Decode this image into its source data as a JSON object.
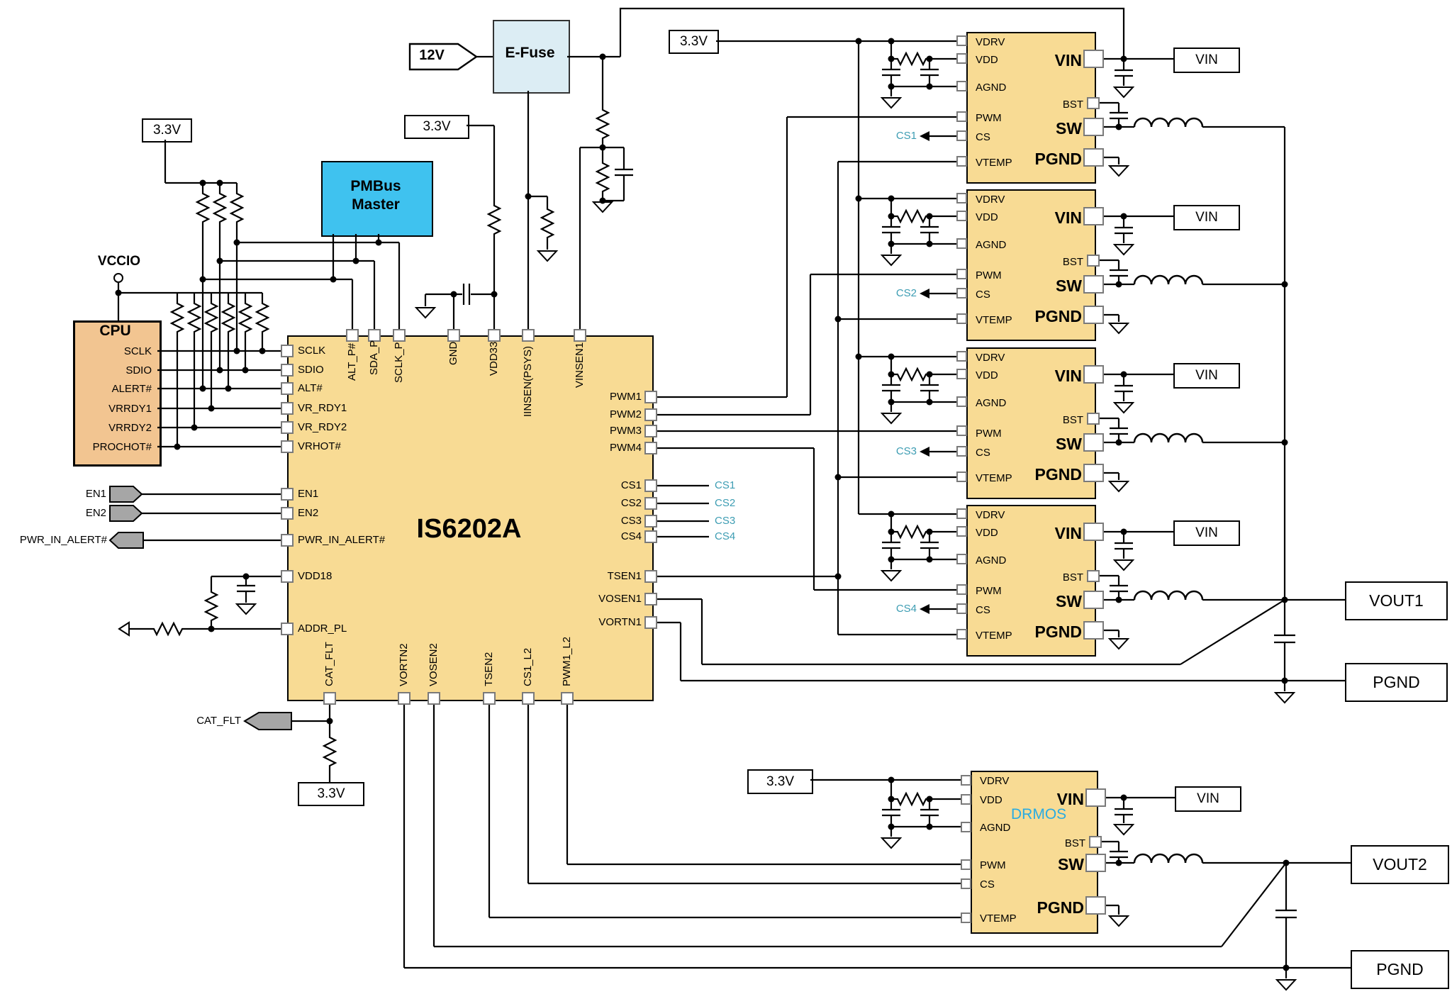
{
  "ic": {
    "name": "IS6202A",
    "left_pins": [
      "SCLK",
      "SDIO",
      "ALT#",
      "VR_RDY1",
      "VR_RDY2",
      "VRHOT#",
      "EN1",
      "EN2",
      "PWR_IN_ALERT#",
      "VDD18",
      "ADDR_PL"
    ],
    "top_pins": [
      "ALT_P#",
      "SDA_P",
      "SCLK_P",
      "GND",
      "VDD33",
      "IINSEN(PSYS)",
      "VINSEN1"
    ],
    "right_pins": [
      "PWM1",
      "PWM2",
      "PWM3",
      "PWM4",
      "CS1",
      "CS2",
      "CS3",
      "CS4",
      "TSEN1",
      "VOSEN1",
      "VORTN1"
    ],
    "bottom_pins": [
      "CAT_FLT",
      "VORTN2",
      "VOSEN2",
      "TSEN2",
      "CS1_L2",
      "PWM1_L2"
    ]
  },
  "cpu": {
    "name": "CPU",
    "pins": [
      "SCLK",
      "SDIO",
      "ALERT#",
      "VRRDY1",
      "VRRDY2",
      "PROCHOT#"
    ]
  },
  "pmbus": {
    "name": "PMBus Master"
  },
  "efuse": {
    "name": "E-Fuse"
  },
  "power": {
    "v12": "12V",
    "v33": "3.3V",
    "vccio": "VCCIO"
  },
  "nets": {
    "vin": "VIN",
    "vout1": "VOUT1",
    "vout2": "VOUT2",
    "pgnd": "PGND"
  },
  "signals": {
    "en1": "EN1",
    "en2": "EN2",
    "pwr_in_alert": "PWR_IN_ALERT#",
    "cat_flt": "CAT_FLT",
    "cs": [
      "CS1",
      "CS2",
      "CS3",
      "CS4"
    ]
  },
  "drmos": {
    "label": "DRMOS",
    "left_pins": [
      "VDRV",
      "VDD",
      "AGND",
      "PWM",
      "CS",
      "VTEMP"
    ],
    "right_pins": [
      "VIN",
      "BST",
      "SW",
      "PGND"
    ]
  },
  "colors": {
    "ic_fill": "#F8DB94",
    "cpu_fill": "#F2C591",
    "pmbus_fill": "#3FC2EF",
    "efuse_fill": "#DCEDF4",
    "cs_text": "#3D9DB3",
    "drmos_text": "#29ABE2",
    "arrow_fill": "#A6A6A6",
    "wire": "#000000"
  }
}
